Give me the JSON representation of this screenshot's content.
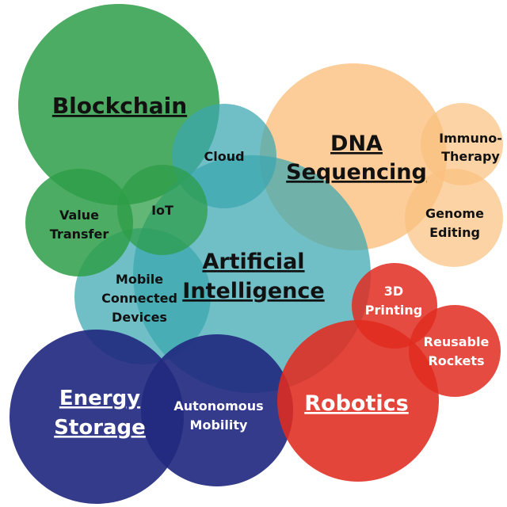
{
  "colors": {
    "green": "#2e9e48",
    "teal": "#3aa6b0",
    "orange": "#fbc07f",
    "red": "#e02b20",
    "navy": "#222a80",
    "text_dark": "#111111",
    "text_light": "#ffffff"
  },
  "bubbles": {
    "blockchain": "Blockchain",
    "value_transfer": [
      "Value",
      "Transfer"
    ],
    "iot": "IoT",
    "cloud": "Cloud",
    "mobile": [
      "Mobile",
      "Connected",
      "Devices"
    ],
    "ai": [
      "Artificial",
      "Intelligence"
    ],
    "dna": [
      "DNA",
      "Sequencing"
    ],
    "immuno": [
      "Immuno-",
      "Therapy"
    ],
    "genome": [
      "Genome",
      "Editing"
    ],
    "printing": [
      "3D",
      "Printing"
    ],
    "rockets": [
      "Reusable",
      "Rockets"
    ],
    "robotics": "Robotics",
    "energy": [
      "Energy",
      "Storage"
    ],
    "mobility": [
      "Autonomous",
      "Mobility"
    ]
  }
}
